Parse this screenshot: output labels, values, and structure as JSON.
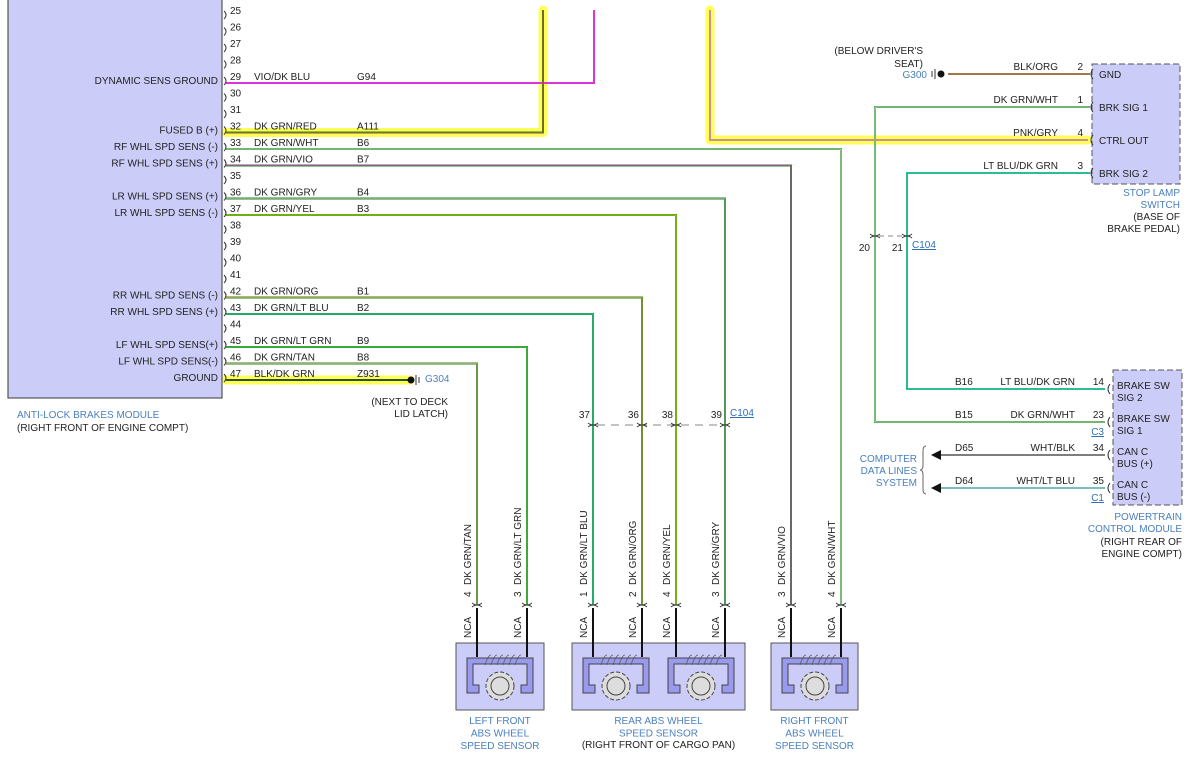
{
  "abs_module": {
    "name": "ANTI-LOCK BRAKES MODULE",
    "location": "(RIGHT FRONT OF ENGINE COMPT)",
    "pins": [
      {
        "pin": "25",
        "label": "",
        "wire": "",
        "circuit": ""
      },
      {
        "pin": "26",
        "label": "",
        "wire": "",
        "circuit": ""
      },
      {
        "pin": "27",
        "label": "",
        "wire": "",
        "circuit": ""
      },
      {
        "pin": "28",
        "label": "",
        "wire": "",
        "circuit": ""
      },
      {
        "pin": "29",
        "label": "DYNAMIC SENS GROUND",
        "wire": "VIO/DK BLU",
        "circuit": "G94"
      },
      {
        "pin": "30",
        "label": "",
        "wire": "",
        "circuit": ""
      },
      {
        "pin": "31",
        "label": "",
        "wire": "",
        "circuit": ""
      },
      {
        "pin": "32",
        "label": "FUSED B (+)",
        "wire": "DK GRN/RED",
        "circuit": "A111"
      },
      {
        "pin": "33",
        "label": "RF WHL SPD SENS (-)",
        "wire": "DK GRN/WHT",
        "circuit": "B6"
      },
      {
        "pin": "34",
        "label": "RF WHL SPD SENS (+)",
        "wire": "DK GRN/VIO",
        "circuit": "B7"
      },
      {
        "pin": "35",
        "label": "",
        "wire": "",
        "circuit": ""
      },
      {
        "pin": "36",
        "label": "LR WHL SPD SENS (+)",
        "wire": "DK GRN/GRY",
        "circuit": "B4"
      },
      {
        "pin": "37",
        "label": "LR WHL SPD SENS (-)",
        "wire": "DK GRN/YEL",
        "circuit": "B3"
      },
      {
        "pin": "38",
        "label": "",
        "wire": "",
        "circuit": ""
      },
      {
        "pin": "39",
        "label": "",
        "wire": "",
        "circuit": ""
      },
      {
        "pin": "40",
        "label": "",
        "wire": "",
        "circuit": ""
      },
      {
        "pin": "41",
        "label": "",
        "wire": "",
        "circuit": ""
      },
      {
        "pin": "42",
        "label": "RR WHL SPD SENS (-)",
        "wire": "DK GRN/ORG",
        "circuit": "B1"
      },
      {
        "pin": "43",
        "label": "RR WHL SPD SENS (+)",
        "wire": "DK GRN/LT BLU",
        "circuit": "B2"
      },
      {
        "pin": "44",
        "label": "",
        "wire": "",
        "circuit": ""
      },
      {
        "pin": "45",
        "label": "LF WHL SPD SENS(+)",
        "wire": "DK GRN/LT GRN",
        "circuit": "B9"
      },
      {
        "pin": "46",
        "label": "LF WHL SPD SENS(-)",
        "wire": "DK GRN/TAN",
        "circuit": "B8"
      },
      {
        "pin": "47",
        "label": "GROUND",
        "wire": "BLK/DK GRN",
        "circuit": "Z931"
      }
    ]
  },
  "ground_g304": {
    "id": "G304",
    "location": [
      "(NEXT TO DECK",
      "LID LATCH)"
    ]
  },
  "ground_g300": {
    "id": "G300",
    "location": [
      "(BELOW DRIVER'S",
      "SEAT)"
    ]
  },
  "stop_lamp_switch": {
    "name": [
      "STOP LAMP",
      "SWITCH"
    ],
    "location": [
      "(BASE OF",
      "BRAKE PEDAL)"
    ],
    "pins": [
      {
        "pin": "2",
        "label": "GND",
        "wire": "BLK/ORG"
      },
      {
        "pin": "1",
        "label": "BRK SIG 1",
        "wire": "DK GRN/WHT"
      },
      {
        "pin": "4",
        "label": "CTRL OUT",
        "wire": "PNK/GRY"
      },
      {
        "pin": "3",
        "label": "BRK SIG 2",
        "wire": "LT BLU/DK GRN"
      }
    ]
  },
  "c104_upper": {
    "id": "C104",
    "pins": [
      "20",
      "21"
    ]
  },
  "c104_lower": {
    "id": "C104",
    "pins": [
      "37",
      "36",
      "38",
      "39"
    ]
  },
  "pcm": {
    "name": [
      "POWERTRAIN",
      "CONTROL MODULE"
    ],
    "location": [
      "(RIGHT REAR OF",
      "ENGINE COMPT)"
    ],
    "pins": [
      {
        "pin": "14",
        "label": [
          "BRAKE SW",
          "SIG 2"
        ],
        "wire": "LT BLU/DK GRN",
        "circuit": "B16",
        "connector": ""
      },
      {
        "pin": "23",
        "label": [
          "BRAKE SW",
          "SIG 1"
        ],
        "wire": "DK GRN/WHT",
        "circuit": "B15",
        "connector": "C3"
      },
      {
        "pin": "34",
        "label": [
          "CAN C",
          "BUS (+)"
        ],
        "wire": "WHT/BLK",
        "circuit": "D65",
        "connector": ""
      },
      {
        "pin": "35",
        "label": [
          "CAN C",
          "BUS (-)"
        ],
        "wire": "WHT/LT BLU",
        "circuit": "D64",
        "connector": "C1"
      }
    ]
  },
  "data_lines": {
    "name": [
      "COMPUTER",
      "DATA LINES",
      "SYSTEM"
    ]
  },
  "sensors": [
    {
      "name": [
        "LEFT FRONT",
        "ABS WHEEL",
        "SPEED SENSOR"
      ],
      "location": "",
      "wires": [
        {
          "pin": "4",
          "wire": "DK GRN/TAN",
          "nca": "NCA"
        },
        {
          "pin": "3",
          "wire": "DK GRN/LT GRN",
          "nca": "NCA"
        }
      ]
    },
    {
      "name": [
        "REAR ABS WHEEL",
        "SPEED SENSOR"
      ],
      "location": "(RIGHT FRONT OF CARGO PAN)",
      "wires": [
        {
          "pin": "1",
          "wire": "DK GRN/LT BLU",
          "nca": "NCA"
        },
        {
          "pin": "2",
          "wire": "DK GRN/ORG",
          "nca": "NCA"
        },
        {
          "pin": "4",
          "wire": "DK GRN/YEL",
          "nca": "NCA"
        },
        {
          "pin": "3",
          "wire": "DK GRN/GRY",
          "nca": "NCA"
        }
      ]
    },
    {
      "name": [
        "RIGHT FRONT",
        "ABS WHEEL",
        "SPEED SENSOR"
      ],
      "location": "",
      "wires": [
        {
          "pin": "3",
          "wire": "DK GRN/VIO",
          "nca": "NCA"
        },
        {
          "pin": "4",
          "wire": "DK GRN/WHT",
          "nca": "NCA"
        }
      ]
    }
  ],
  "colors": {
    "module_fill": "#ccccf8",
    "sensor_core": "#9999ee",
    "highlight": "#ffff55",
    "dk_grn": "#1f8a1f",
    "violet": "#dd33dd",
    "lt_blu": "#33dddd",
    "pink": "#ee8899",
    "orange": "#e8a050",
    "label_blue": "#4a7fbf"
  }
}
